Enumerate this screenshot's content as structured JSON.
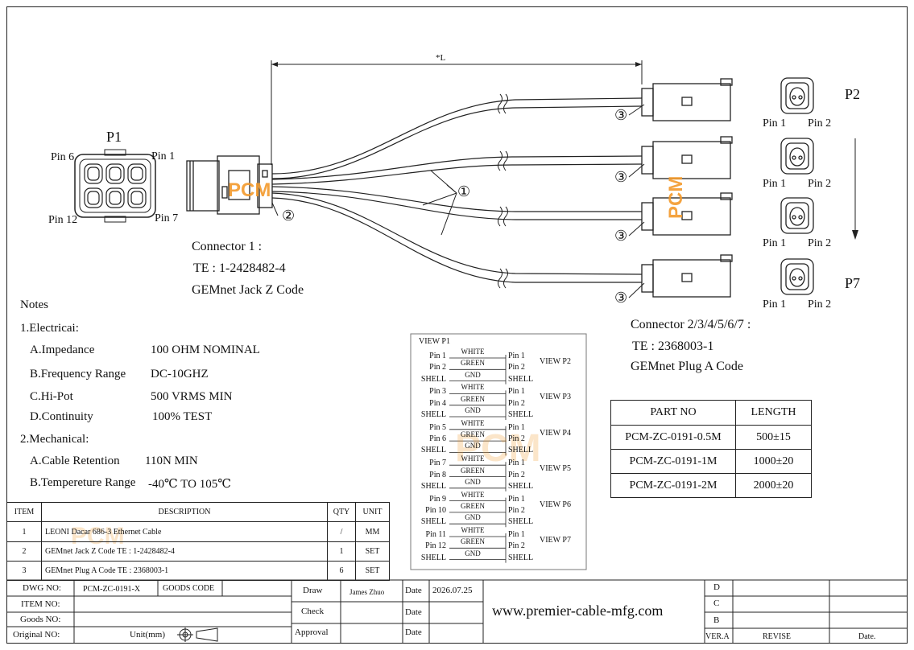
{
  "labels": {
    "p1": "P1",
    "p2": "P2",
    "p7": "P7",
    "dim_l": "*L",
    "callout_1": "①",
    "callout_2": "②",
    "callout_3": "③",
    "watermark": "PCM"
  },
  "p1_pins": {
    "pin6": "Pin 6",
    "pin1": "Pin 1",
    "pin12": "Pin 12",
    "pin7": "Pin 7"
  },
  "plug_pins": {
    "pin1": "Pin 1",
    "pin2": "Pin 2"
  },
  "connector1": {
    "line1": "Connector 1 :",
    "line2": "TE : 1-2428482-4",
    "line3": "GEMnet Jack Z Code"
  },
  "connector2": {
    "line1": "Connector 2/3/4/5/6/7 :",
    "line2": "TE : 2368003-1",
    "line3": "GEMnet Plug A Code"
  },
  "notes": {
    "title": "Notes",
    "electrical": "1.Electricai:",
    "items_e": [
      {
        "k": "A.Impedance",
        "v": "100 OHM NOMINAL"
      },
      {
        "k": "B.Frequency Range",
        "v": "DC-10GHZ"
      },
      {
        "k": "C.Hi-Pot",
        "v": "500 VRMS MIN"
      },
      {
        "k": "D.Continuity",
        "v": "100% TEST"
      }
    ],
    "mechanical": "2.Mechanical:",
    "items_m": [
      {
        "k": "A.Cable Retention",
        "v": "110N MIN"
      },
      {
        "k": "B.Tempereture Range",
        "v": "-40℃ TO 105℃"
      }
    ]
  },
  "wiring": {
    "title": "VIEW P1",
    "groups": [
      {
        "view": "VIEW P2",
        "rows": [
          {
            "l": "Pin 1",
            "c": "WHITE",
            "r": "Pin 1"
          },
          {
            "l": "Pin 2",
            "c": "GREEN",
            "r": "Pin 2"
          },
          {
            "l": "SHELL",
            "c": "GND",
            "r": "SHELL"
          }
        ]
      },
      {
        "view": "VIEW P3",
        "rows": [
          {
            "l": "Pin 3",
            "c": "WHITE",
            "r": "Pin 1"
          },
          {
            "l": "Pin 4",
            "c": "GREEN",
            "r": "Pin 2"
          },
          {
            "l": "SHELL",
            "c": "GND",
            "r": "SHELL"
          }
        ]
      },
      {
        "view": "VIEW P4",
        "rows": [
          {
            "l": "Pin 5",
            "c": "WHITE",
            "r": "Pin 1"
          },
          {
            "l": "Pin 6",
            "c": "GREEN",
            "r": "Pin 2"
          },
          {
            "l": "SHELL",
            "c": "GND",
            "r": "SHELL"
          }
        ]
      },
      {
        "view": "VIEW P5",
        "rows": [
          {
            "l": "Pin 7",
            "c": "WHITE",
            "r": "Pin 1"
          },
          {
            "l": "Pin 8",
            "c": "GREEN",
            "r": "Pin 2"
          },
          {
            "l": "SHELL",
            "c": "GND",
            "r": "SHELL"
          }
        ]
      },
      {
        "view": "VIEW P6",
        "rows": [
          {
            "l": "Pin 9",
            "c": "WHITE",
            "r": "Pin 1"
          },
          {
            "l": "Pin 10",
            "c": "GREEN",
            "r": "Pin 2"
          },
          {
            "l": "SHELL",
            "c": "GND",
            "r": "SHELL"
          }
        ]
      },
      {
        "view": "VIEW P7",
        "rows": [
          {
            "l": "Pin 11",
            "c": "WHITE",
            "r": "Pin 1"
          },
          {
            "l": "Pin 12",
            "c": "GREEN",
            "r": "Pin 2"
          },
          {
            "l": "SHELL",
            "c": "GND",
            "r": "SHELL"
          }
        ]
      }
    ]
  },
  "parts": {
    "headers": [
      "PART NO",
      "LENGTH"
    ],
    "rows": [
      [
        "PCM-ZC-0191-0.5M",
        "500±15"
      ],
      [
        "PCM-ZC-0191-1M",
        "1000±20"
      ],
      [
        "PCM-ZC-0191-2M",
        "2000±20"
      ]
    ]
  },
  "bom": {
    "headers": [
      "ITEM",
      "DESCRIPTION",
      "QTY",
      "UNIT"
    ],
    "rows": [
      [
        "1",
        "LEONI Dacar 686-3 Ethernet Cable",
        "/",
        "MM"
      ],
      [
        "2",
        "GEMnet Jack Z Code TE : 1-2428482-4",
        "1",
        "SET"
      ],
      [
        "3",
        "GEMnet Plug A Code TE : 2368003-1",
        "6",
        "SET"
      ]
    ]
  },
  "title_block": {
    "dwg_no_label": "DWG NO:",
    "dwg_no": "PCM-ZC-0191-X",
    "goods_code_label": "GOODS CODE",
    "item_no_label": "ITEM NO:",
    "goods_no_label": "Goods NO:",
    "original_no_label": "Original NO:",
    "unit": "Unit(mm)",
    "draw": "Draw",
    "drawer": "James Zhuo",
    "date_label": "Date",
    "date": "2026.07.25",
    "check": "Check",
    "approval": "Approval",
    "website": "www.premier-cable-mfg.com",
    "rev_d": "D",
    "rev_c": "C",
    "rev_b": "B",
    "ver": "VER.A",
    "revise": "REVISE",
    "rev_date": "Date."
  }
}
